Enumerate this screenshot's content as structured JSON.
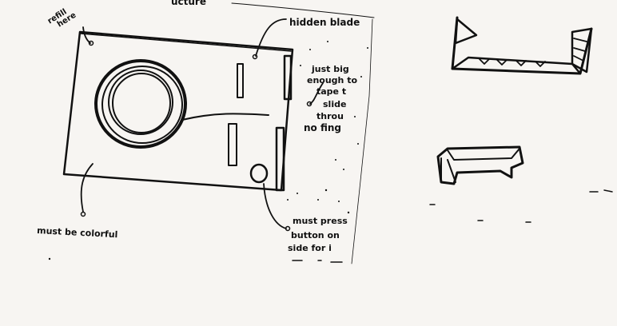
{
  "colors": {
    "background": "#f7f5f2",
    "ink": "#111111"
  },
  "notes": {
    "top_cut": "ucture",
    "refill_line1": "refill",
    "refill_line2": "here",
    "hidden_blade": "hidden blade",
    "tape_line1": "just big",
    "tape_line2": "enough to",
    "tape_line3": "tape t",
    "tape_line4": "slide",
    "tape_line5": "throu",
    "tape_line6": "no fing",
    "colorful": "must be colorful",
    "press_line1": "must press",
    "press_line2": "button on",
    "press_line3": "side for i"
  }
}
